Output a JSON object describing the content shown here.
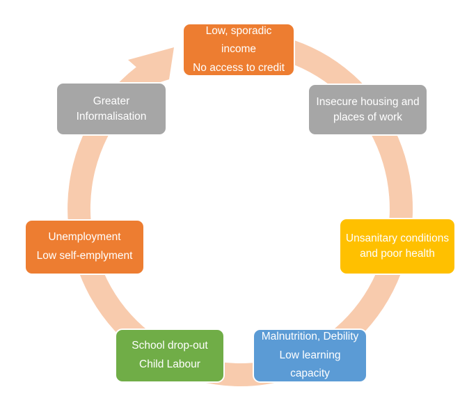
{
  "diagram": {
    "type": "cycle",
    "background_color": "#FFFFFF",
    "text_color": "#FFFFFF",
    "arrow": {
      "description": "clockwise circular cycle arrow",
      "color": "#F8CBAD"
    },
    "nodes": [
      {
        "name": "low-sporadic-income",
        "position": "top",
        "color": "#ED7D31",
        "lines": [
          "Low, sporadic income",
          "No access to credit"
        ]
      },
      {
        "name": "insecure-housing",
        "position": "upper-right",
        "color": "#A6A6A6",
        "lines": [
          "Insecure housing and",
          "places of work"
        ]
      },
      {
        "name": "unsanitary-conditions",
        "position": "right",
        "color": "#FFC000",
        "lines": [
          "Unsanitary conditions",
          "and poor health"
        ]
      },
      {
        "name": "malnutrition-debility",
        "position": "lower-right",
        "color": "#5B9BD5",
        "lines": [
          "Malnutrition, Debility",
          "Low learning capacity"
        ]
      },
      {
        "name": "school-dropout-child-labour",
        "position": "lower-left",
        "color": "#70AD47",
        "lines": [
          "School drop-out",
          "Child Labour"
        ]
      },
      {
        "name": "unemployment",
        "position": "left",
        "color": "#ED7D31",
        "lines": [
          "Unemployment",
          "Low self-emplyment"
        ]
      },
      {
        "name": "greater-informalisation",
        "position": "upper-left",
        "color": "#A6A6A6",
        "lines": [
          "Greater",
          "Informalisation"
        ]
      }
    ]
  }
}
